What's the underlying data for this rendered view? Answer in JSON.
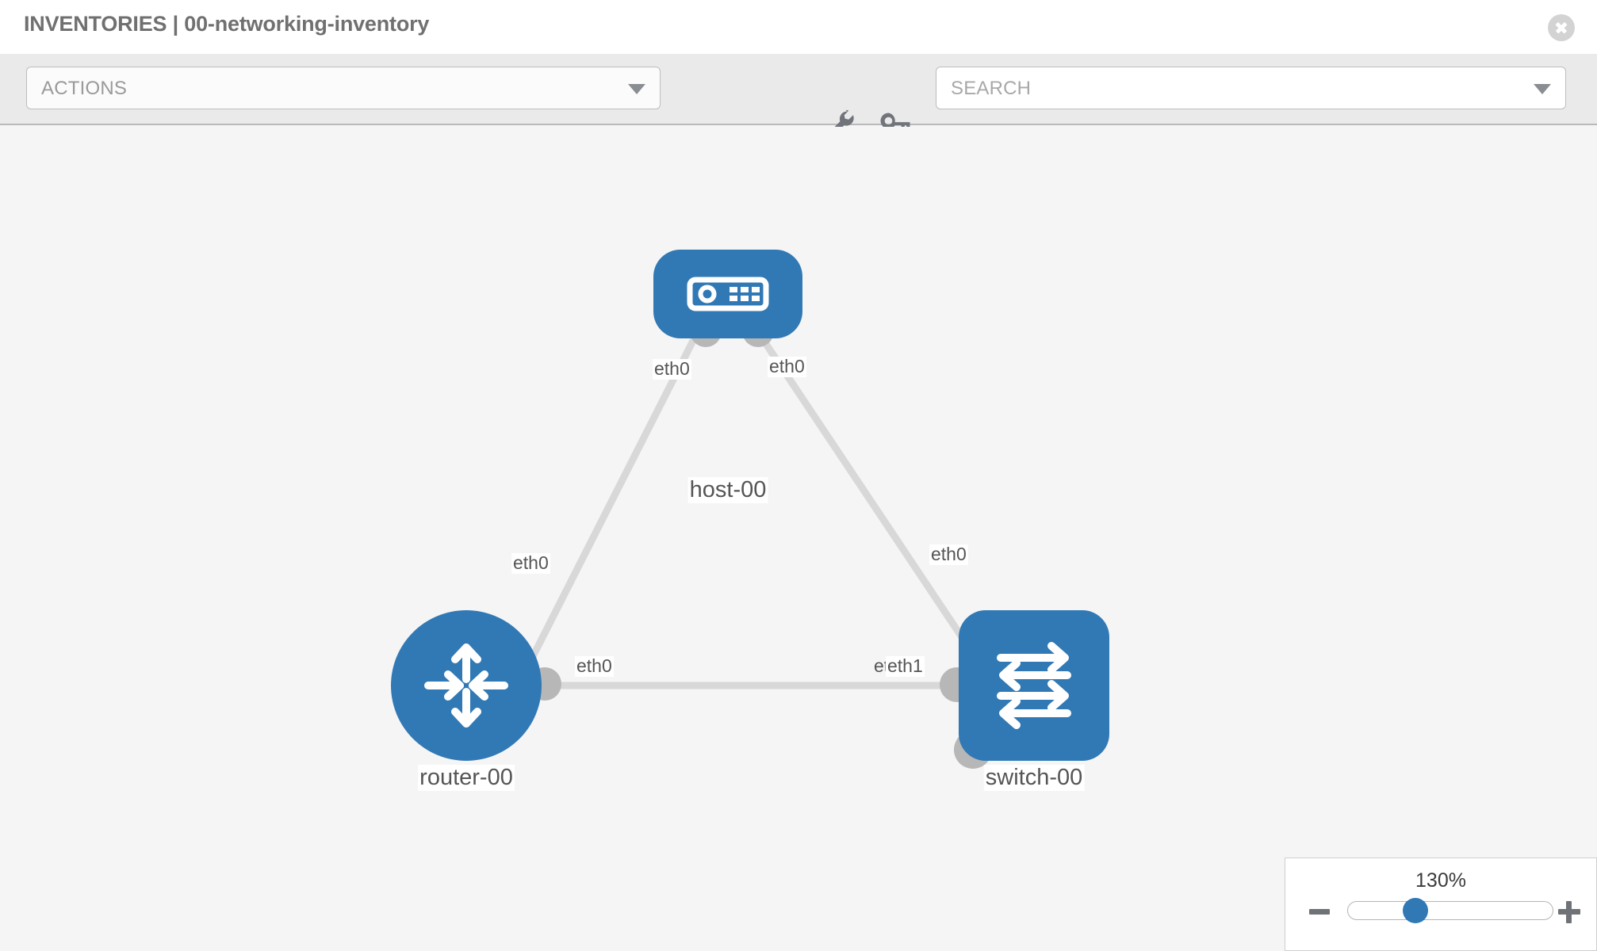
{
  "header": {
    "title": "INVENTORIES | 00-networking-inventory",
    "close_icon": "close-icon"
  },
  "toolbar": {
    "actions_label": "ACTIONS",
    "actions_caret_icon": "chevron-down-icon",
    "wrench_icon": "wrench-icon",
    "key_icon": "key-icon",
    "search_placeholder": "SEARCH",
    "search_caret_icon": "chevron-down-icon"
  },
  "topology": {
    "nodes": [
      {
        "id": "host-00",
        "label": "host-00",
        "type": "host",
        "icon": "server-icon"
      },
      {
        "id": "router-00",
        "label": "router-00",
        "type": "router",
        "icon": "router-arrows-icon"
      },
      {
        "id": "switch-00",
        "label": "switch-00",
        "type": "switch",
        "icon": "switch-arrows-icon"
      }
    ],
    "links": [
      {
        "source": "host-00",
        "target": "router-00",
        "source_interface": "eth0",
        "target_interface": "eth0"
      },
      {
        "source": "host-00",
        "target": "switch-00",
        "source_interface": "eth0",
        "target_interface": "eth0"
      },
      {
        "source": "router-00",
        "target": "switch-00",
        "source_interface": "eth0",
        "target_interface": "eth1"
      }
    ],
    "interface_labels": {
      "host_left": "eth0",
      "host_right": "eth0",
      "router_up": "eth0",
      "switch_up": "eth0",
      "router_right": "eth0",
      "switch_left_occluded": "eth",
      "switch_left": "eth1"
    }
  },
  "zoom_control": {
    "value": "130%",
    "minus_label": "minus-icon",
    "plus_label": "plus-icon"
  },
  "colors": {
    "node_blue": "#3179b5",
    "canvas_bg": "#f5f5f5",
    "toolbar_bg": "#eaeaea",
    "link_gray": "#d8d8d8",
    "nub_gray": "#b7b7b7",
    "title_gray": "#707070"
  }
}
